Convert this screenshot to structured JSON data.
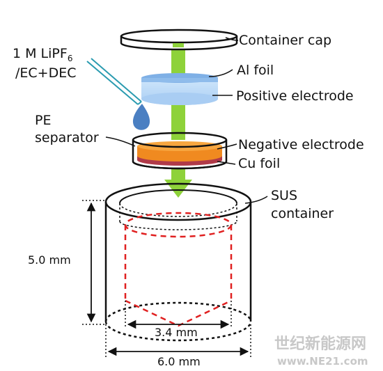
{
  "labels": {
    "electrolyte_line1": "1 M LiPF",
    "electrolyte_subscript": "6",
    "electrolyte_line2": "/EC+DEC",
    "container_cap": "Container cap",
    "al_foil": "Al foil",
    "positive_electrode": "Positive electrode",
    "pe_separator_line1": "PE",
    "pe_separator_line2": "separator",
    "negative_electrode": "Negative electrode",
    "cu_foil": "Cu foil",
    "sus_container_line1": "SUS",
    "sus_container_line2": "container"
  },
  "dimensions": {
    "height": "5.0 mm",
    "inner_diameter": "3.4 mm",
    "outer_diameter": "6.0 mm"
  },
  "watermark": {
    "chinese": "世纪新能源网",
    "url": "www.NE21.com"
  },
  "colors": {
    "arrow": "#8ed23a",
    "al_foil": "#7fb0e6",
    "positive_electrode": "#bcdaf8",
    "negative_electrode": "#f08a20",
    "cu_foil": "#b03a48",
    "droplet": "#4a7fc2",
    "dashed_cavity": "#e02020",
    "outline": "#111111"
  }
}
